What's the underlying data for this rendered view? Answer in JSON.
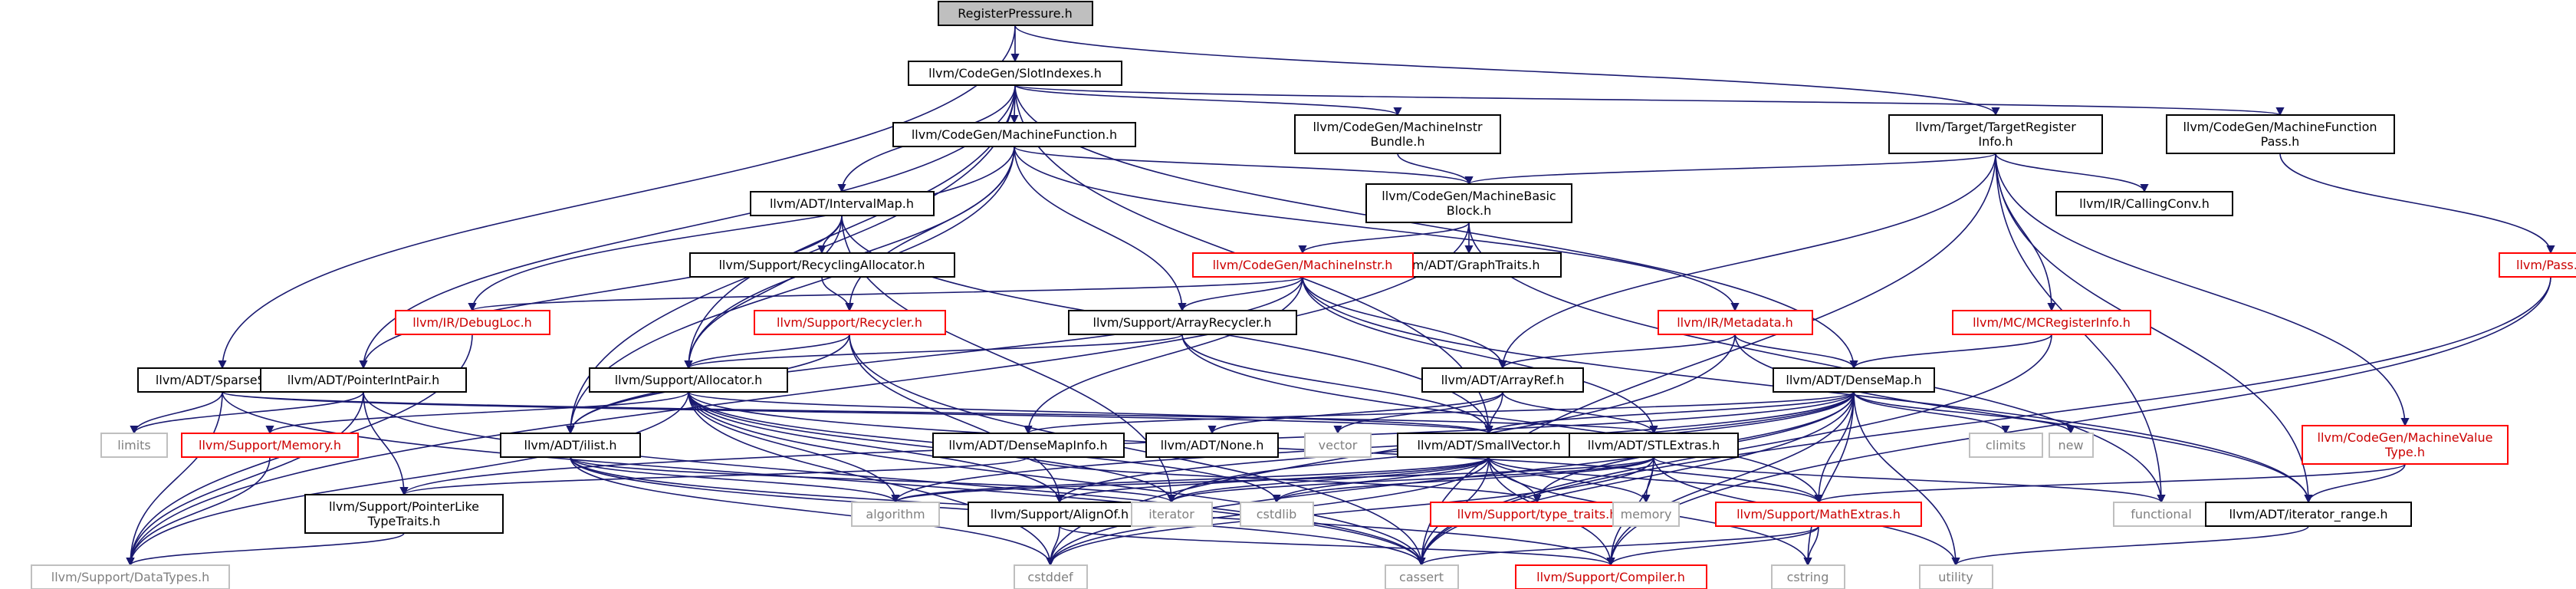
{
  "colors": {
    "edge": "#191970",
    "root_fill": "#bfbfbf",
    "external_border": "#bfbfbf",
    "missing_border": "#ff0000"
  },
  "nodes": [
    {
      "id": "root",
      "lines": [
        "RegisterPressure.h"
      ],
      "kind": "root"
    },
    {
      "id": "slotindexes",
      "lines": [
        "llvm/CodeGen/SlotIndexes.h"
      ],
      "kind": "normal"
    },
    {
      "id": "sparseset",
      "lines": [
        "llvm/ADT/SparseSet.h"
      ],
      "kind": "normal"
    },
    {
      "id": "tri",
      "lines": [
        "llvm/Target/TargetRegister",
        "Info.h"
      ],
      "kind": "normal"
    },
    {
      "id": "mfpass",
      "lines": [
        "llvm/CodeGen/MachineFunction",
        "Pass.h"
      ],
      "kind": "normal"
    },
    {
      "id": "mf",
      "lines": [
        "llvm/CodeGen/MachineFunction.h"
      ],
      "kind": "normal"
    },
    {
      "id": "mibundle",
      "lines": [
        "llvm/CodeGen/MachineInstr",
        "Bundle.h"
      ],
      "kind": "normal"
    },
    {
      "id": "intervalmap",
      "lines": [
        "llvm/ADT/IntervalMap.h"
      ],
      "kind": "normal"
    },
    {
      "id": "mbb",
      "lines": [
        "llvm/CodeGen/MachineBasic",
        "Block.h"
      ],
      "kind": "normal"
    },
    {
      "id": "callingconv",
      "lines": [
        "llvm/IR/CallingConv.h"
      ],
      "kind": "normal"
    },
    {
      "id": "recyclingalloc",
      "lines": [
        "llvm/Support/RecyclingAllocator.h"
      ],
      "kind": "normal"
    },
    {
      "id": "graphtraits",
      "lines": [
        "llvm/ADT/GraphTraits.h"
      ],
      "kind": "normal"
    },
    {
      "id": "pass",
      "lines": [
        "llvm/Pass.h"
      ],
      "kind": "missing"
    },
    {
      "id": "mi",
      "lines": [
        "llvm/CodeGen/MachineInstr.h"
      ],
      "kind": "missing"
    },
    {
      "id": "debugloc",
      "lines": [
        "llvm/IR/DebugLoc.h"
      ],
      "kind": "missing"
    },
    {
      "id": "recycler",
      "lines": [
        "llvm/Support/Recycler.h"
      ],
      "kind": "missing"
    },
    {
      "id": "arrayrecycler",
      "lines": [
        "llvm/Support/ArrayRecycler.h"
      ],
      "kind": "normal"
    },
    {
      "id": "metadata",
      "lines": [
        "llvm/IR/Metadata.h"
      ],
      "kind": "missing"
    },
    {
      "id": "mcreginfo",
      "lines": [
        "llvm/MC/MCRegisterInfo.h"
      ],
      "kind": "missing"
    },
    {
      "id": "pointerintpair",
      "lines": [
        "llvm/ADT/PointerIntPair.h"
      ],
      "kind": "normal"
    },
    {
      "id": "allocator",
      "lines": [
        "llvm/Support/Allocator.h"
      ],
      "kind": "normal"
    },
    {
      "id": "arrayref",
      "lines": [
        "llvm/ADT/ArrayRef.h"
      ],
      "kind": "normal"
    },
    {
      "id": "densemap",
      "lines": [
        "llvm/ADT/DenseMap.h"
      ],
      "kind": "normal"
    },
    {
      "id": "mvt",
      "lines": [
        "llvm/CodeGen/MachineValue",
        "Type.h"
      ],
      "kind": "missing"
    },
    {
      "id": "limits",
      "lines": [
        "limits"
      ],
      "kind": "external"
    },
    {
      "id": "memory_h",
      "lines": [
        "llvm/Support/Memory.h"
      ],
      "kind": "missing"
    },
    {
      "id": "ilist",
      "lines": [
        "llvm/ADT/ilist.h"
      ],
      "kind": "normal"
    },
    {
      "id": "densemapinfo",
      "lines": [
        "llvm/ADT/DenseMapInfo.h"
      ],
      "kind": "normal"
    },
    {
      "id": "none",
      "lines": [
        "llvm/ADT/None.h"
      ],
      "kind": "normal"
    },
    {
      "id": "vector",
      "lines": [
        "vector"
      ],
      "kind": "external"
    },
    {
      "id": "smallvector",
      "lines": [
        "llvm/ADT/SmallVector.h"
      ],
      "kind": "normal"
    },
    {
      "id": "stlextras",
      "lines": [
        "llvm/ADT/STLExtras.h"
      ],
      "kind": "normal"
    },
    {
      "id": "climits",
      "lines": [
        "climits"
      ],
      "kind": "external"
    },
    {
      "id": "new",
      "lines": [
        "new"
      ],
      "kind": "external"
    },
    {
      "id": "ptrliketraits",
      "lines": [
        "llvm/Support/PointerLike",
        "TypeTraits.h"
      ],
      "kind": "normal"
    },
    {
      "id": "algorithm",
      "lines": [
        "algorithm"
      ],
      "kind": "external"
    },
    {
      "id": "alignof",
      "lines": [
        "llvm/Support/AlignOf.h"
      ],
      "kind": "normal"
    },
    {
      "id": "iterator",
      "lines": [
        "iterator"
      ],
      "kind": "external"
    },
    {
      "id": "cstdlib",
      "lines": [
        "cstdlib"
      ],
      "kind": "external"
    },
    {
      "id": "typetraits",
      "lines": [
        "llvm/Support/type_traits.h"
      ],
      "kind": "missing"
    },
    {
      "id": "memory",
      "lines": [
        "memory"
      ],
      "kind": "external"
    },
    {
      "id": "mathextras",
      "lines": [
        "llvm/Support/MathExtras.h"
      ],
      "kind": "missing"
    },
    {
      "id": "functional",
      "lines": [
        "functional"
      ],
      "kind": "external"
    },
    {
      "id": "iteratorrange",
      "lines": [
        "llvm/ADT/iterator_range.h"
      ],
      "kind": "normal"
    },
    {
      "id": "datatypes",
      "lines": [
        "llvm/Support/DataTypes.h"
      ],
      "kind": "external"
    },
    {
      "id": "cstddef",
      "lines": [
        "cstddef"
      ],
      "kind": "external"
    },
    {
      "id": "cassert",
      "lines": [
        "cassert"
      ],
      "kind": "external"
    },
    {
      "id": "compiler",
      "lines": [
        "llvm/Support/Compiler.h"
      ],
      "kind": "missing"
    },
    {
      "id": "cstring",
      "lines": [
        "cstring"
      ],
      "kind": "external"
    },
    {
      "id": "utility",
      "lines": [
        "utility"
      ],
      "kind": "external"
    }
  ],
  "edges": [
    [
      "root",
      "slotindexes"
    ],
    [
      "root",
      "sparseset"
    ],
    [
      "root",
      "tri"
    ],
    [
      "slotindexes",
      "mf"
    ],
    [
      "slotindexes",
      "mibundle"
    ],
    [
      "slotindexes",
      "mfpass"
    ],
    [
      "slotindexes",
      "intervalmap"
    ],
    [
      "slotindexes",
      "pointerintpair"
    ],
    [
      "slotindexes",
      "allocator"
    ],
    [
      "slotindexes",
      "ilist"
    ],
    [
      "slotindexes",
      "densemap"
    ],
    [
      "slotindexes",
      "smallvector"
    ],
    [
      "mfpass",
      "pass"
    ],
    [
      "pass",
      "compiler"
    ],
    [
      "tri",
      "mbb"
    ],
    [
      "tri",
      "callingconv"
    ],
    [
      "tri",
      "mcreginfo"
    ],
    [
      "tri",
      "mvt"
    ],
    [
      "tri",
      "arrayref"
    ],
    [
      "tri",
      "functional"
    ],
    [
      "tri",
      "iteratorrange"
    ],
    [
      "tri",
      "cassert"
    ],
    [
      "mf",
      "mbb"
    ],
    [
      "mf",
      "arrayrecycler"
    ],
    [
      "mf",
      "recycler"
    ],
    [
      "mf",
      "debugloc"
    ],
    [
      "mf",
      "metadata"
    ],
    [
      "mf",
      "allocator"
    ],
    [
      "mf",
      "ilist"
    ],
    [
      "mibundle",
      "mbb"
    ],
    [
      "mbb",
      "mi"
    ],
    [
      "mbb",
      "graphtraits"
    ],
    [
      "mbb",
      "functional"
    ],
    [
      "mbb",
      "datatypes"
    ],
    [
      "intervalmap",
      "recyclingalloc"
    ],
    [
      "intervalmap",
      "pointerintpair"
    ],
    [
      "intervalmap",
      "allocator"
    ],
    [
      "intervalmap",
      "smallvector"
    ],
    [
      "intervalmap",
      "iterator"
    ],
    [
      "recyclingalloc",
      "recycler"
    ],
    [
      "recycler",
      "allocator"
    ],
    [
      "recycler",
      "ilist"
    ],
    [
      "recycler",
      "alignof"
    ],
    [
      "recycler",
      "cassert"
    ],
    [
      "mi",
      "arrayrecycler"
    ],
    [
      "mi",
      "debugloc"
    ],
    [
      "mi",
      "arrayref"
    ],
    [
      "mi",
      "densemapinfo"
    ],
    [
      "mi",
      "stlextras"
    ],
    [
      "mi",
      "ilist"
    ],
    [
      "mi",
      "iteratorrange"
    ],
    [
      "arrayrecycler",
      "allocator"
    ],
    [
      "arrayrecycler",
      "smallvector"
    ],
    [
      "arrayrecycler",
      "mathextras"
    ],
    [
      "debugloc",
      "datatypes"
    ],
    [
      "metadata",
      "arrayref"
    ],
    [
      "metadata",
      "densemap"
    ],
    [
      "metadata",
      "iteratorrange"
    ],
    [
      "metadata",
      "cstddef"
    ],
    [
      "mcreginfo",
      "densemap"
    ],
    [
      "mcreginfo",
      "cassert"
    ],
    [
      "sparseset",
      "limits"
    ],
    [
      "sparseset",
      "datatypes"
    ],
    [
      "sparseset",
      "smallvector"
    ],
    [
      "sparseset",
      "stlextras"
    ],
    [
      "sparseset",
      "cassert"
    ],
    [
      "pointerintpair",
      "ptrliketraits"
    ],
    [
      "pointerintpair",
      "datatypes"
    ],
    [
      "pointerintpair",
      "limits"
    ],
    [
      "pointerintpair",
      "cassert"
    ],
    [
      "allocator",
      "smallvector"
    ],
    [
      "allocator",
      "alignof"
    ],
    [
      "allocator",
      "datatypes"
    ],
    [
      "allocator",
      "mathextras"
    ],
    [
      "allocator",
      "memory_h"
    ],
    [
      "allocator",
      "algorithm"
    ],
    [
      "allocator",
      "iterator"
    ],
    [
      "allocator",
      "cassert"
    ],
    [
      "allocator",
      "cstddef"
    ],
    [
      "allocator",
      "cstdlib"
    ],
    [
      "arrayref",
      "none"
    ],
    [
      "arrayref",
      "smallvector"
    ],
    [
      "arrayref",
      "vector"
    ],
    [
      "arrayref",
      "stlextras"
    ],
    [
      "densemap",
      "densemapinfo"
    ],
    [
      "densemap",
      "smallvector"
    ],
    [
      "densemap",
      "alignof"
    ],
    [
      "densemap",
      "compiler"
    ],
    [
      "densemap",
      "mathextras"
    ],
    [
      "densemap",
      "ptrliketraits"
    ],
    [
      "densemap",
      "typetraits"
    ],
    [
      "densemap",
      "algorithm"
    ],
    [
      "densemap",
      "cassert"
    ],
    [
      "densemap",
      "climits"
    ],
    [
      "densemap",
      "cstddef"
    ],
    [
      "densemap",
      "cstring"
    ],
    [
      "densemap",
      "iterator"
    ],
    [
      "densemap",
      "new"
    ],
    [
      "densemap",
      "utility"
    ],
    [
      "mvt",
      "mathextras"
    ],
    [
      "mvt",
      "iteratorrange"
    ],
    [
      "memory_h",
      "datatypes"
    ],
    [
      "ilist",
      "algorithm"
    ],
    [
      "ilist",
      "cassert"
    ],
    [
      "ilist",
      "cstddef"
    ],
    [
      "ilist",
      "iterator"
    ],
    [
      "ilist",
      "compiler"
    ],
    [
      "densemapinfo",
      "ptrliketraits"
    ],
    [
      "densemapinfo",
      "typetraits"
    ],
    [
      "smallvector",
      "alignof"
    ],
    [
      "smallvector",
      "compiler"
    ],
    [
      "smallvector",
      "mathextras"
    ],
    [
      "smallvector",
      "typetraits"
    ],
    [
      "smallvector",
      "algorithm"
    ],
    [
      "smallvector",
      "cassert"
    ],
    [
      "smallvector",
      "cstddef"
    ],
    [
      "smallvector",
      "cstdlib"
    ],
    [
      "smallvector",
      "cstring"
    ],
    [
      "smallvector",
      "iterator"
    ],
    [
      "smallvector",
      "memory"
    ],
    [
      "stlextras",
      "compiler"
    ],
    [
      "stlextras",
      "algorithm"
    ],
    [
      "stlextras",
      "cstddef"
    ],
    [
      "stlextras",
      "cstdlib"
    ],
    [
      "stlextras",
      "functional"
    ],
    [
      "stlextras",
      "iterator"
    ],
    [
      "stlextras",
      "memory"
    ],
    [
      "stlextras",
      "utility"
    ],
    [
      "ptrliketraits",
      "datatypes"
    ],
    [
      "alignof",
      "compiler"
    ],
    [
      "alignof",
      "cstddef"
    ],
    [
      "mathextras",
      "compiler"
    ],
    [
      "mathextras",
      "cassert"
    ],
    [
      "mathextras",
      "cstring"
    ],
    [
      "iteratorrange",
      "utility"
    ],
    [
      "pass",
      "cassert"
    ]
  ]
}
